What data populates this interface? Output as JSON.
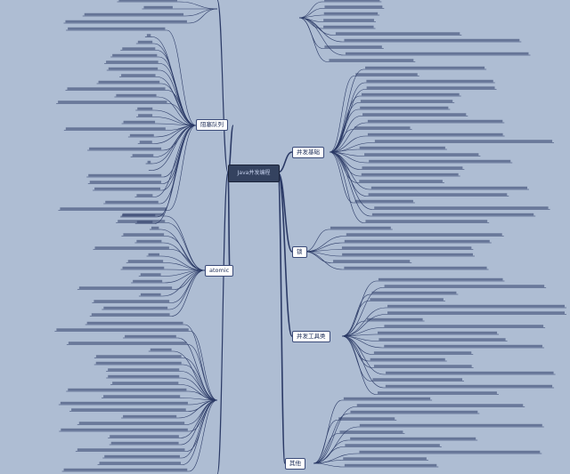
{
  "root": {
    "label": "Java并发编程"
  },
  "branches": [
    {
      "id": "concurrent-queue",
      "label": "阻塞队列"
    },
    {
      "id": "atomic",
      "label": "atomic"
    },
    {
      "id": "concurrency-basics",
      "label": "并发基础"
    },
    {
      "id": "locks",
      "label": "锁"
    },
    {
      "id": "concurrency-tools",
      "label": "并发工具类"
    },
    {
      "id": "others",
      "label": "其他"
    }
  ],
  "colors": {
    "background": "#aebdd3",
    "line": "#2b3a66",
    "text": "#2b3a66",
    "root_fill": "#34425f",
    "branch_fill": "#ffffff"
  }
}
